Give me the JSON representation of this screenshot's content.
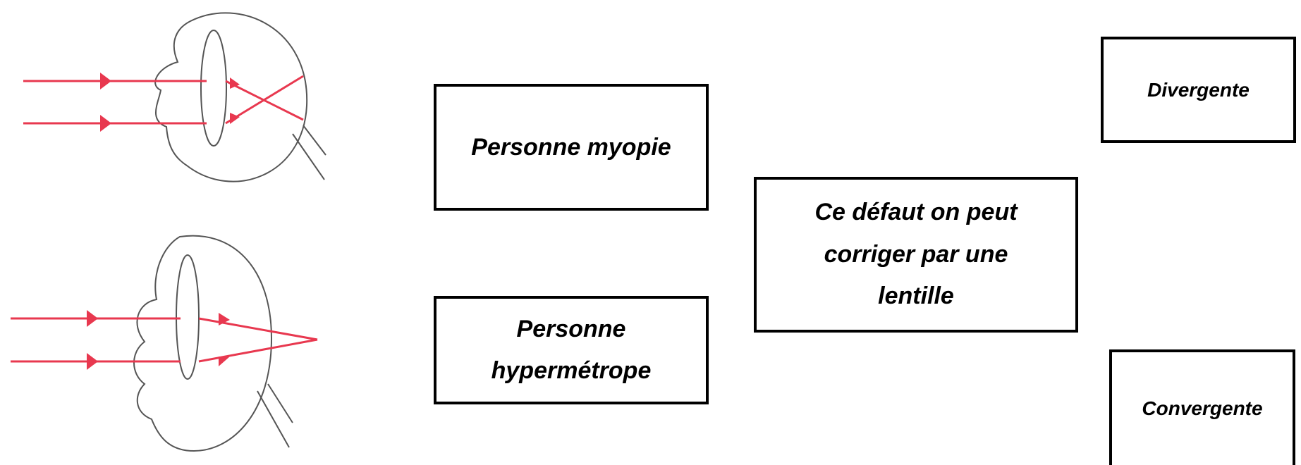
{
  "labels": {
    "myopia": "Personne myopie",
    "hyperopia": "Personne hypermétrope",
    "correction": "Ce défaut on peut corriger par une lentille",
    "divergent": "Divergente",
    "convergent": "Convergente"
  },
  "colors": {
    "ray": "#e8384f",
    "outline": "#555555",
    "border": "#000000"
  },
  "icons": {
    "myopia_eye": "myopic-eye-diagram",
    "hyperopia_eye": "hyperopic-eye-diagram"
  }
}
